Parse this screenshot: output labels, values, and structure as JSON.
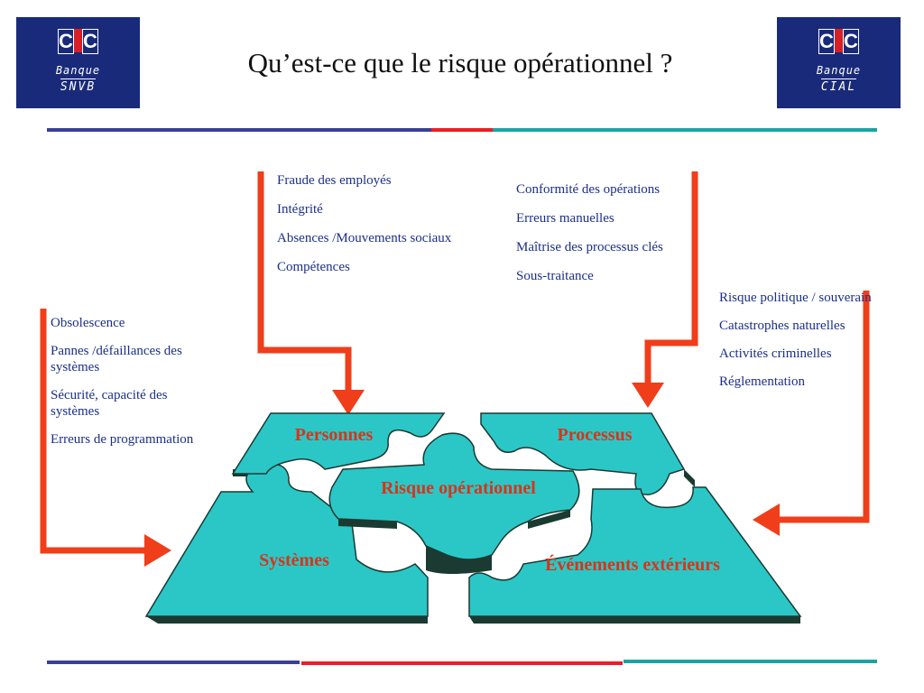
{
  "slide": {
    "title": "Qu’est-ce que le risque opérationnel ?"
  },
  "logos": {
    "left": {
      "brand": "CIC",
      "bank": "Banque",
      "name": "SNVB"
    },
    "right": {
      "brand": "CIC",
      "bank": "Banque",
      "name": "CIAL"
    }
  },
  "colors": {
    "navy": "#3a3f96",
    "red": "#ee1c24",
    "teal": "#1ba3a3",
    "arrow": "#f03d1a",
    "puzzle": "#2bc7c7",
    "label_red": "#d8341a"
  },
  "lists": {
    "people": [
      "Fraude des employés",
      "Intégrité",
      "Absences /Mouvements sociaux",
      "Compétences"
    ],
    "process": [
      "Conformité des opérations",
      "Erreurs manuelles",
      "Maîtrise des processus clés",
      "Sous-traitance"
    ],
    "systems": [
      "Obsolescence",
      "Pannes /défaillances des systèmes",
      "Sécurité, capacité des systèmes",
      "Erreurs de programmation"
    ],
    "external": [
      "Risque politique / souverain",
      "Catastrophes naturelles",
      "Activités criminelles",
      "Réglementation"
    ]
  },
  "pieces": {
    "people": "Personnes",
    "process": "Processus",
    "center": "Risque opérationnel",
    "systems": "Systèmes",
    "external": "Événements extérieurs"
  }
}
